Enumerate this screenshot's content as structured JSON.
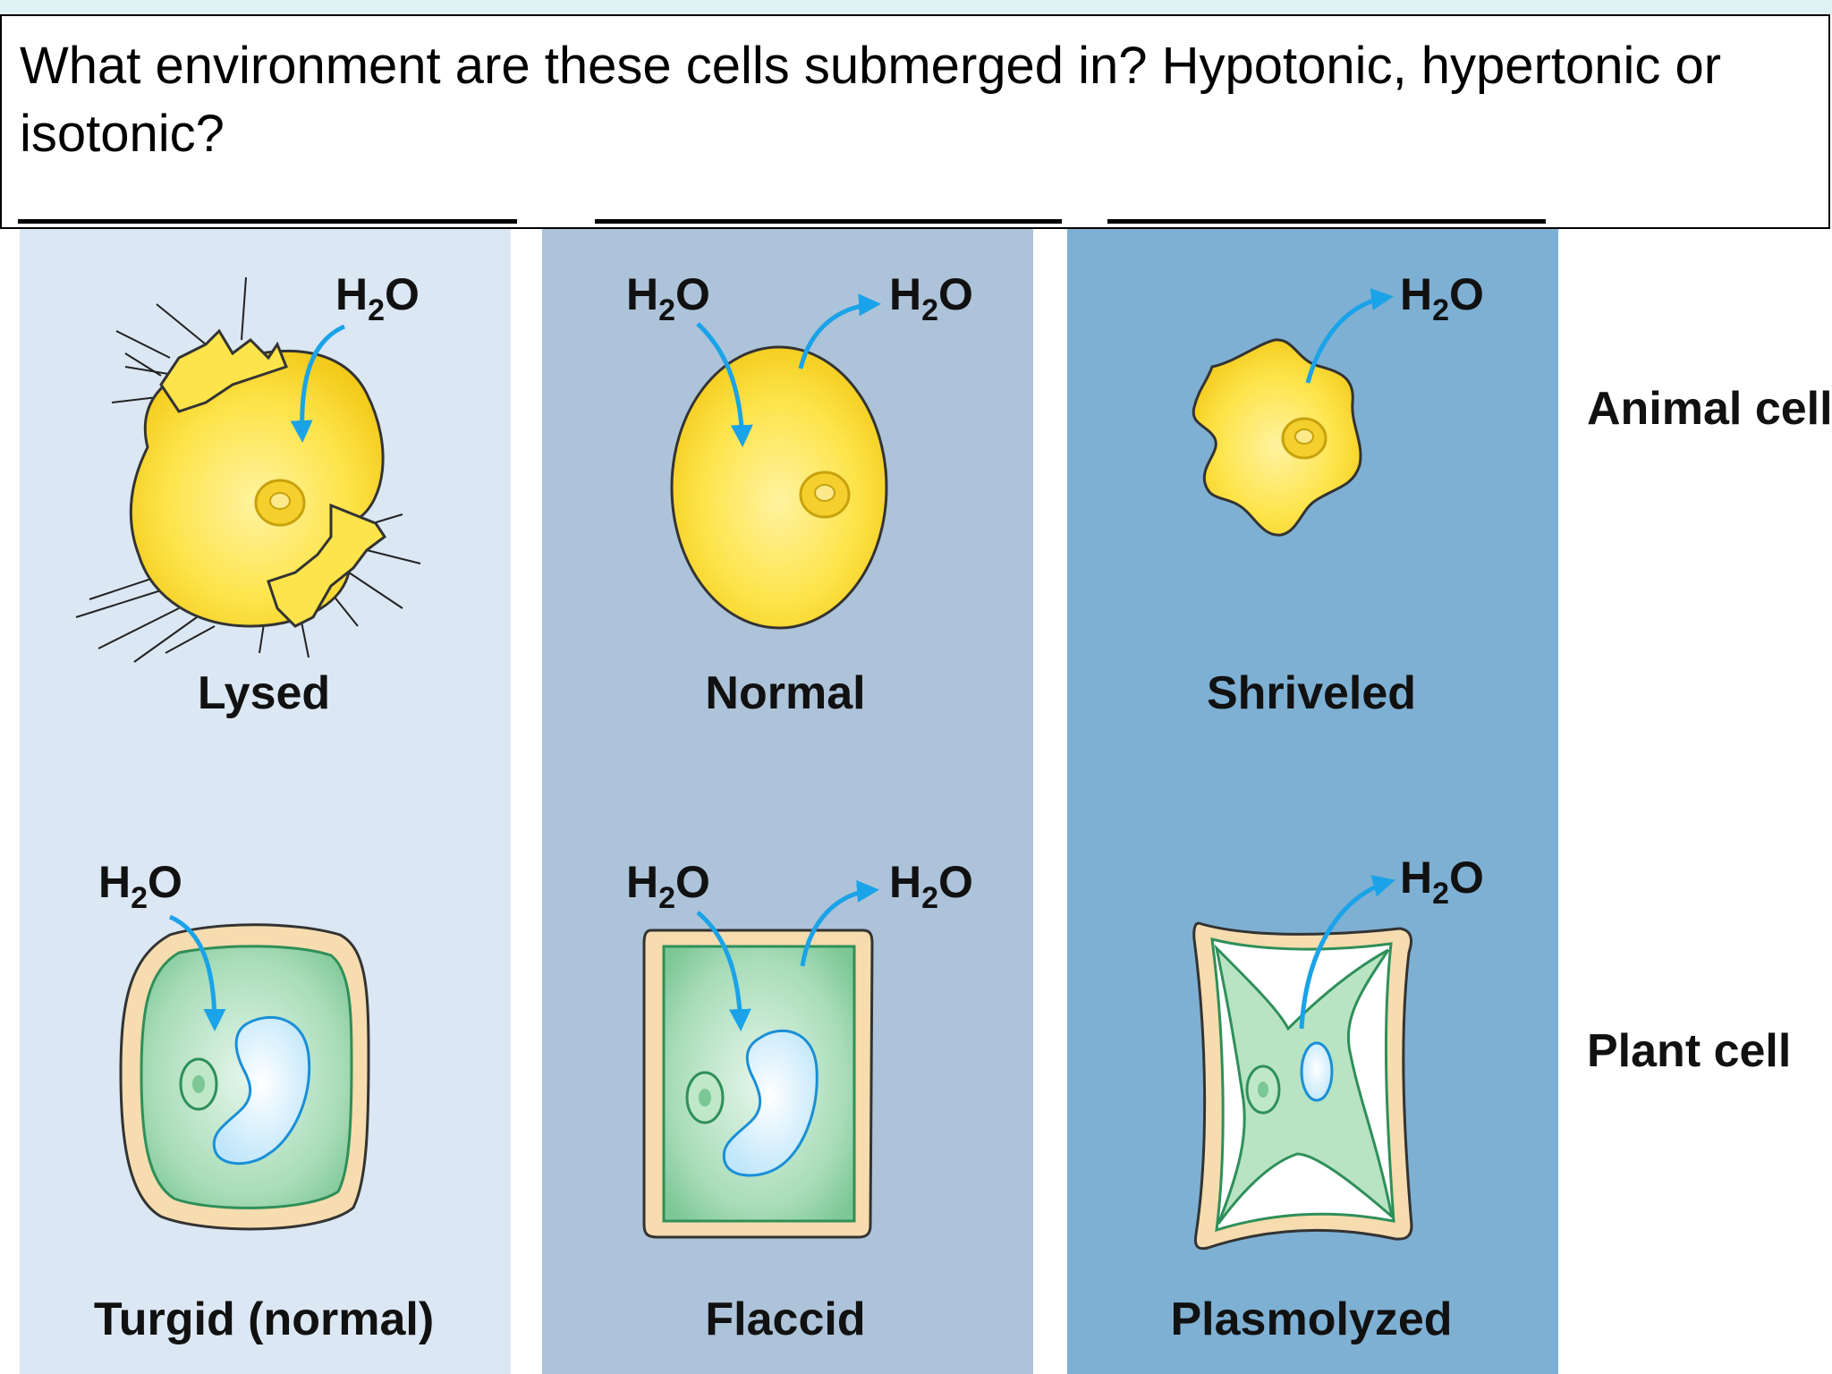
{
  "question": {
    "text": "What environment are these cells submerged in?  Hypotonic, hypertonic or isotonic?"
  },
  "answer_blanks": [
    "",
    "",
    ""
  ],
  "water_label": {
    "prefix": "H",
    "subscript": "2",
    "suffix": "O"
  },
  "row_labels": [
    "Animal cell",
    "Plant cell"
  ],
  "columns": [
    {
      "animal_label": "Lysed",
      "plant_label": "Turgid (normal)",
      "background": "#dbe7f3"
    },
    {
      "animal_label": "Normal",
      "plant_label": "Flaccid",
      "background": "#adc3d9"
    },
    {
      "animal_label": "Shriveled",
      "plant_label": "Plasmolyzed",
      "background": "#7eb0d3"
    }
  ],
  "colors": {
    "arrow": "#1aa3e8",
    "animal_cell": "#fde44a",
    "plant_cytoplasm": "#a8dcb8",
    "cell_wall": "#f6dcae",
    "vacuole": "#d8f0fc"
  }
}
